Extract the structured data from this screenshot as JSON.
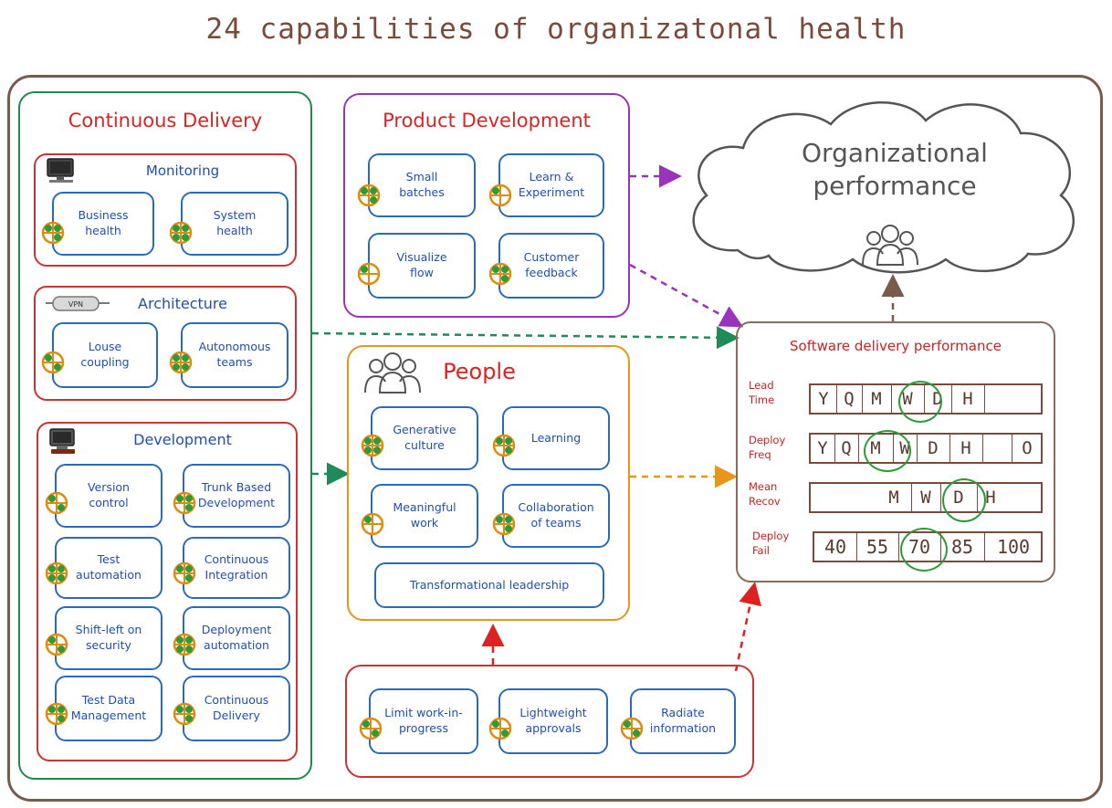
{
  "title": "24 capabilities of organizatonal health",
  "groups": {
    "continuous_delivery": {
      "title": "Continuous Delivery",
      "monitoring": {
        "title": "Monitoring",
        "items": [
          "Business\nhealth",
          "System\nhealth"
        ]
      },
      "architecture": {
        "title": "Architecture",
        "vpn": "VPN",
        "items": [
          "Louse\ncoupling",
          "Autonomous\nteams"
        ]
      },
      "development": {
        "title": "Development",
        "items": [
          "Version\ncontrol",
          "Trunk Based\nDevelopment",
          "Test\nautomation",
          "Continuous\nIntegration",
          "Shift-left on\nsecurity",
          "Deployment\nautomation",
          "Test Data\nManagement",
          "Continuous\nDelivery"
        ]
      }
    },
    "product_development": {
      "title": "Product Development",
      "items": [
        "Small\nbatches",
        "Learn &\nExperiment",
        "Visualize\nflow",
        "Customer\nfeedback"
      ]
    },
    "people": {
      "title": "People",
      "items": [
        "Generative\nculture",
        "Learning",
        "Meaningful\nwork",
        "Collaboration\nof teams",
        "Transformational leadership"
      ]
    },
    "lean": {
      "items": [
        "Limit work-in-\nprogress",
        "Lightweight\napprovals",
        "Radiate\ninformation"
      ]
    }
  },
  "org_performance": {
    "line1": "Organizational",
    "line2": "performance"
  },
  "software_delivery": {
    "title": "Software delivery performance",
    "metrics": [
      {
        "label1": "Lead",
        "label2": "Time",
        "cells": [
          "Y",
          "Q",
          "M",
          "W",
          "D",
          "H"
        ],
        "selected": 3
      },
      {
        "label1": "Deploy",
        "label2": "Freq",
        "cells": [
          "Y",
          "Q",
          "M",
          "W",
          "D",
          "H",
          "O"
        ],
        "selected": 2
      },
      {
        "label1": "Mean",
        "label2": "Recov",
        "cells": [
          "M",
          "W",
          "D",
          "H"
        ],
        "selected": 2
      },
      {
        "label1": "Deploy",
        "label2": "Fail",
        "cells": [
          "40",
          "55",
          "70",
          "85",
          "100"
        ],
        "selected": 2
      }
    ]
  },
  "colors": {
    "continuous_delivery": "#1f8a4c",
    "product_development": "#9933bb",
    "people": "#e8951a",
    "lean": "#cc3333",
    "box_border": "#2a6bb8",
    "red_title": "#cc2222",
    "arrow_green": "#1f8a5a",
    "arrow_purple": "#9933bb",
    "arrow_orange": "#e8951a",
    "arrow_red": "#dd2222",
    "arrow_brown": "#7a5a4a",
    "selection": "#2e9a38"
  }
}
